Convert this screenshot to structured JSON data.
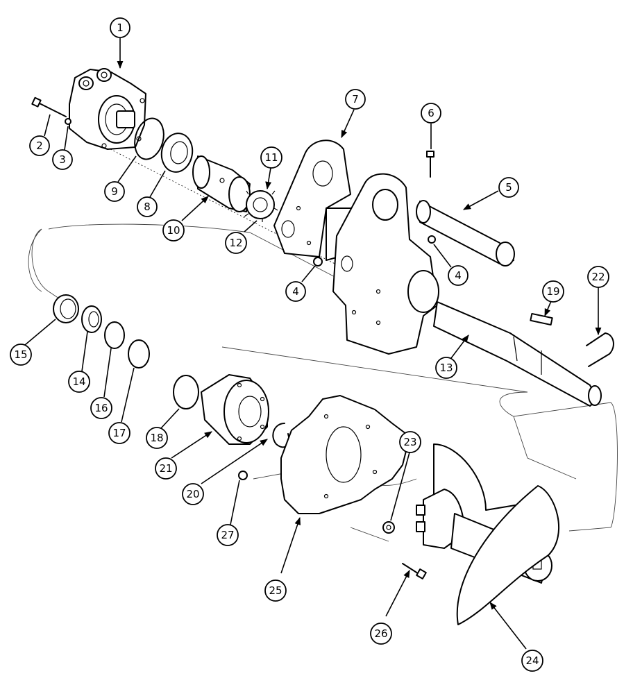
{
  "callouts": [
    {
      "id": "1",
      "label": "1"
    },
    {
      "id": "2",
      "label": "2"
    },
    {
      "id": "3",
      "label": "3"
    },
    {
      "id": "4a",
      "label": "4"
    },
    {
      "id": "4b",
      "label": "4"
    },
    {
      "id": "5",
      "label": "5"
    },
    {
      "id": "6",
      "label": "6"
    },
    {
      "id": "7",
      "label": "7"
    },
    {
      "id": "8",
      "label": "8"
    },
    {
      "id": "9",
      "label": "9"
    },
    {
      "id": "10",
      "label": "10"
    },
    {
      "id": "11",
      "label": "11"
    },
    {
      "id": "12",
      "label": "12"
    },
    {
      "id": "13",
      "label": "13"
    },
    {
      "id": "14",
      "label": "14"
    },
    {
      "id": "15",
      "label": "15"
    },
    {
      "id": "16",
      "label": "16"
    },
    {
      "id": "17",
      "label": "17"
    },
    {
      "id": "18",
      "label": "18"
    },
    {
      "id": "19",
      "label": "19"
    },
    {
      "id": "20",
      "label": "20"
    },
    {
      "id": "21",
      "label": "21"
    },
    {
      "id": "22",
      "label": "22"
    },
    {
      "id": "23",
      "label": "23"
    },
    {
      "id": "24",
      "label": "24"
    },
    {
      "id": "25",
      "label": "25"
    },
    {
      "id": "26",
      "label": "26"
    },
    {
      "id": "27",
      "label": "27"
    }
  ]
}
